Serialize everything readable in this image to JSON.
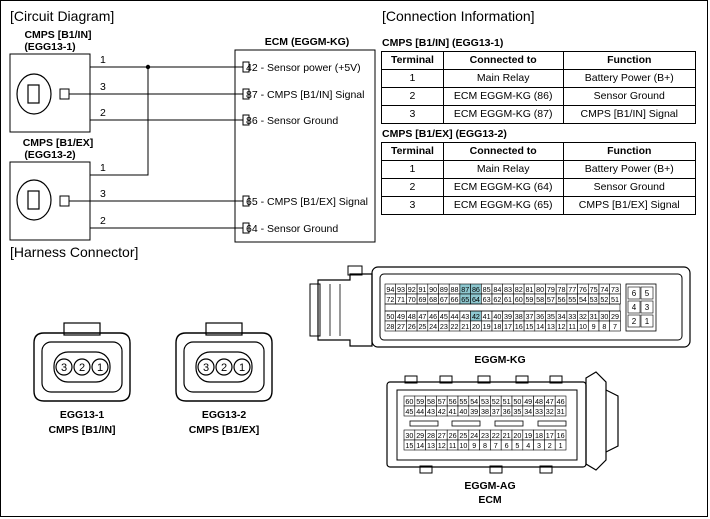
{
  "sections": {
    "circuit": "[Circuit Diagram]",
    "connection": "[Connection Information]",
    "harness": "[Harness Connector]"
  },
  "circuit": {
    "cmps_in": {
      "name": "CMPS [B1/IN]",
      "code": "(EGG13-1)"
    },
    "cmps_ex": {
      "name": "CMPS [B1/EX]",
      "code": "(EGG13-2)"
    },
    "ecm_title": "ECM (EGGM-KG)",
    "wires_in": [
      "1",
      "3",
      "2"
    ],
    "wires_ex": [
      "1",
      "3",
      "2"
    ],
    "ecm_pins": [
      {
        "num": "42",
        "label": "Sensor power (+5V)"
      },
      {
        "num": "87",
        "label": "CMPS [B1/IN] Signal"
      },
      {
        "num": "86",
        "label": "Sensor Ground"
      },
      {
        "num": "65",
        "label": "CMPS [B1/EX] Signal"
      },
      {
        "num": "64",
        "label": "Sensor Ground"
      }
    ]
  },
  "connection": {
    "headers": [
      "Terminal",
      "Connected to",
      "Function"
    ],
    "tables": [
      {
        "title": "CMPS [B1/IN] (EGG13-1)",
        "rows": [
          [
            "1",
            "Main Relay",
            "Battery Power (B+)"
          ],
          [
            "2",
            "ECM EGGM-KG (86)",
            "Sensor Ground"
          ],
          [
            "3",
            "ECM EGGM-KG (87)",
            "CMPS [B1/IN] Signal"
          ]
        ]
      },
      {
        "title": "CMPS [B1/EX] (EGG13-2)",
        "rows": [
          [
            "1",
            "Main Relay",
            "Battery Power (B+)"
          ],
          [
            "2",
            "ECM EGGM-KG (64)",
            "Sensor Ground"
          ],
          [
            "3",
            "ECM EGGM-KG (65)",
            "CMPS [B1/EX] Signal"
          ]
        ]
      }
    ]
  },
  "harness": {
    "connector_pins": [
      "3",
      "2",
      "1"
    ],
    "egg13_1": {
      "code": "EGG13-1",
      "name": "CMPS [B1/IN]"
    },
    "egg13_2": {
      "code": "EGG13-2",
      "name": "CMPS [B1/EX]"
    },
    "kg_label": "EGGM-KG",
    "ag_label": "EGGM-AG",
    "ecm_label": "ECM",
    "highlight_color": "#8ec8d0",
    "kg_rows": [
      [
        "94",
        "93",
        "92",
        "91",
        "90",
        "89",
        "88",
        "87",
        "86",
        "85",
        "84",
        "83",
        "82",
        "81",
        "80",
        "79",
        "78",
        "77",
        "76",
        "75",
        "74",
        "73"
      ],
      [
        "72",
        "71",
        "70",
        "69",
        "68",
        "67",
        "66",
        "65",
        "64",
        "63",
        "62",
        "61",
        "60",
        "59",
        "58",
        "57",
        "56",
        "55",
        "54",
        "53",
        "52",
        "51"
      ],
      [
        "50",
        "49",
        "48",
        "47",
        "46",
        "45",
        "44",
        "43",
        "42",
        "41",
        "40",
        "39",
        "38",
        "37",
        "36",
        "35",
        "34",
        "33",
        "32",
        "31",
        "30",
        "29"
      ],
      [
        "28",
        "27",
        "26",
        "25",
        "24",
        "23",
        "22",
        "21",
        "20",
        "19",
        "18",
        "17",
        "16",
        "15",
        "14",
        "13",
        "12",
        "11",
        "10",
        "9",
        "8",
        "7"
      ]
    ],
    "kg_side": [
      [
        "6",
        "5"
      ],
      [
        "4",
        "3"
      ],
      [
        "2",
        "1"
      ]
    ],
    "kg_highlight": [
      "87",
      "86",
      "65",
      "64",
      "42"
    ],
    "ag_rows": [
      [
        "60",
        "59",
        "58",
        "57",
        "56",
        "55",
        "54",
        "53",
        "52",
        "51",
        "50",
        "49",
        "48",
        "47",
        "46"
      ],
      [
        "45",
        "44",
        "43",
        "42",
        "41",
        "40",
        "39",
        "38",
        "37",
        "36",
        "35",
        "34",
        "33",
        "32",
        "31"
      ],
      [
        "30",
        "29",
        "28",
        "27",
        "26",
        "25",
        "24",
        "23",
        "22",
        "21",
        "20",
        "19",
        "18",
        "17",
        "16"
      ],
      [
        "15",
        "14",
        "13",
        "12",
        "11",
        "10",
        "9",
        "8",
        "7",
        "6",
        "5",
        "4",
        "3",
        "2",
        "1"
      ]
    ]
  }
}
